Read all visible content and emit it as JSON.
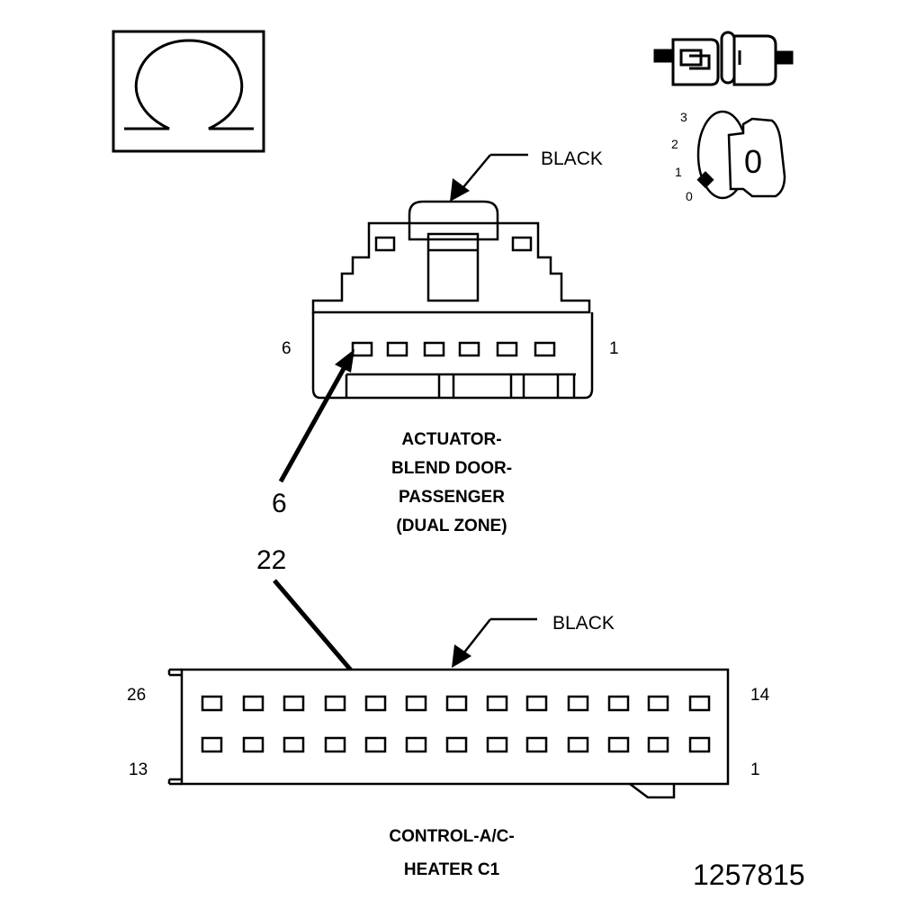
{
  "symbols": {
    "ohm_icon": "ohmmeter-icon",
    "connector_icon": "unplugged-connector-icon",
    "ignition_icon": "ignition-key-icon",
    "ignition_positions": [
      "3",
      "2",
      "1",
      "0"
    ],
    "ignition_key_letter": "0"
  },
  "upper_connector": {
    "color_label": "BLACK",
    "pin_left": "6",
    "pin_right": "1",
    "title_lines": [
      "ACTUATOR-",
      "BLEND DOOR-",
      "PASSENGER",
      "(DUAL ZONE)"
    ]
  },
  "lower_connector": {
    "color_label": "BLACK",
    "pin_top_left": "26",
    "pin_top_right": "14",
    "pin_bottom_left": "13",
    "pin_bottom_right": "1",
    "title_lines": [
      "CONTROL-A/C-",
      "HEATER C1"
    ]
  },
  "probe_upper": "6",
  "probe_lower": "22",
  "document_number": "1257815"
}
